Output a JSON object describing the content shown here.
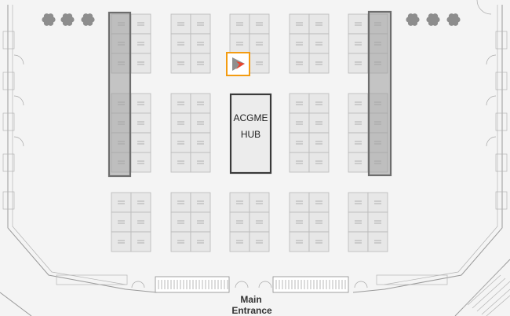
{
  "hub": {
    "line1": "ACGME",
    "line2": "HUB"
  },
  "entrance": {
    "line1": "Main",
    "line2": "Entrance"
  },
  "marker": {
    "icon": "location-pin-icon",
    "color_border": "#f39c12",
    "color_left": "#8f8f8f",
    "color_right": "#e8452f"
  },
  "colors": {
    "booth_fill": "#e7e7e7",
    "highlight": "#9c9c9c",
    "background": "#f4f4f4"
  }
}
